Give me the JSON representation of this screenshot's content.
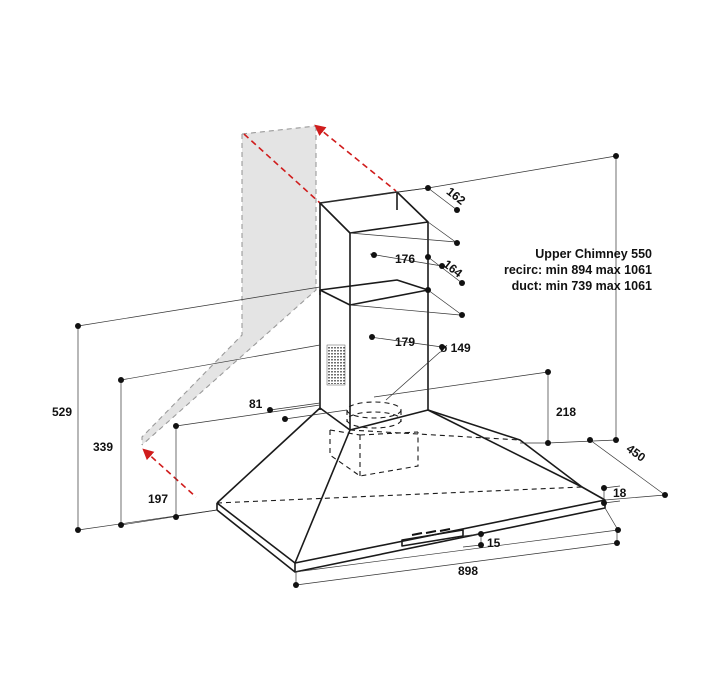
{
  "drawing": {
    "note": {
      "line1": "Upper Chimney 550",
      "line2": "recirc: min 894 max 1061",
      "line3": "duct: min 739 max 1061"
    },
    "dimensions": {
      "upper_chimney_depth": "162",
      "upper_chimney_width": "176",
      "lower_chimney_depth": "164",
      "lower_chimney_width": "179",
      "outlet_diameter": "ø 149",
      "outlet_offset": "81",
      "outlet_height": "218",
      "total_height_min": "529",
      "mount_height": "339",
      "side_height": "197",
      "hood_depth": "450",
      "front_edge_height": "18",
      "control_panel_height": "15",
      "hood_width": "898"
    }
  },
  "colors": {
    "line": "#1a1a1a",
    "wall_shade": "#e4e4e4",
    "arrow_red": "#d01c1c",
    "dimension_line": "#333333"
  }
}
